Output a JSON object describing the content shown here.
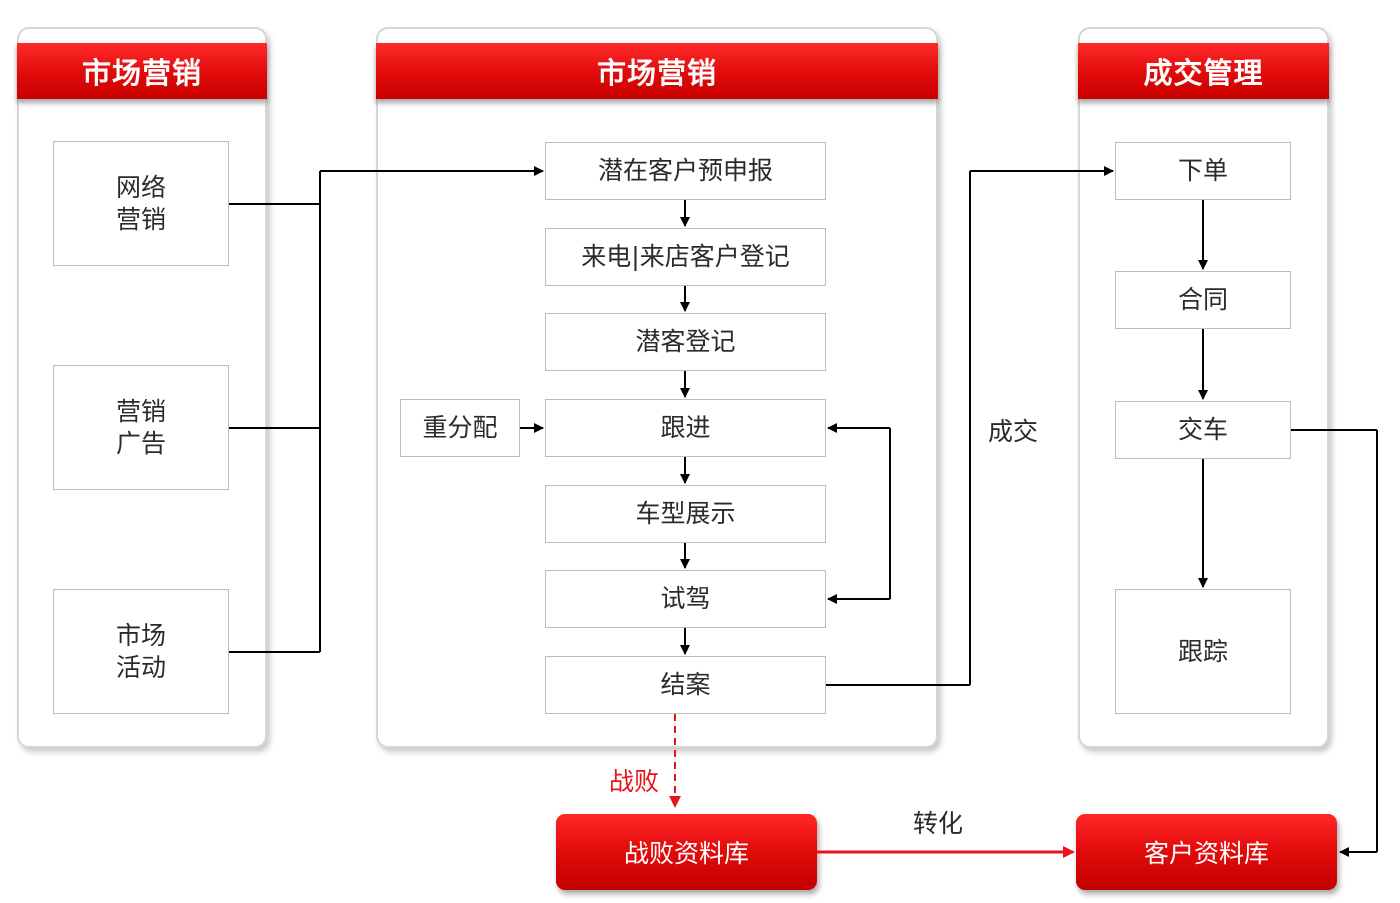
{
  "panels": {
    "left": {
      "title": "市场营销"
    },
    "center": {
      "title": "市场营销"
    },
    "right": {
      "title": "成交管理"
    }
  },
  "left_boxes": {
    "network": {
      "line1": "网络",
      "line2": "营销"
    },
    "ads": {
      "line1": "营销",
      "line2": "广告"
    },
    "events": {
      "line1": "市场",
      "line2": "活动"
    }
  },
  "center_boxes": {
    "pre_report": "潜在客户预申报",
    "visit_register": "来电|来店客户登记",
    "lead_register": "潜客登记",
    "follow_up": "跟进",
    "car_display": "车型展示",
    "test_drive": "试驾",
    "close_case": "结案",
    "reassign": "重分配"
  },
  "right_boxes": {
    "order": "下单",
    "contract": "合同",
    "delivery": "交车",
    "tracking": "跟踪"
  },
  "labels": {
    "deal": "成交",
    "lost": "战败",
    "convert": "转化"
  },
  "databases": {
    "lost_db": "战败资料库",
    "customer_db": "客户资料库"
  },
  "colors": {
    "accent_red": "#e00a0a",
    "lost_label_red": "#e8141c"
  }
}
